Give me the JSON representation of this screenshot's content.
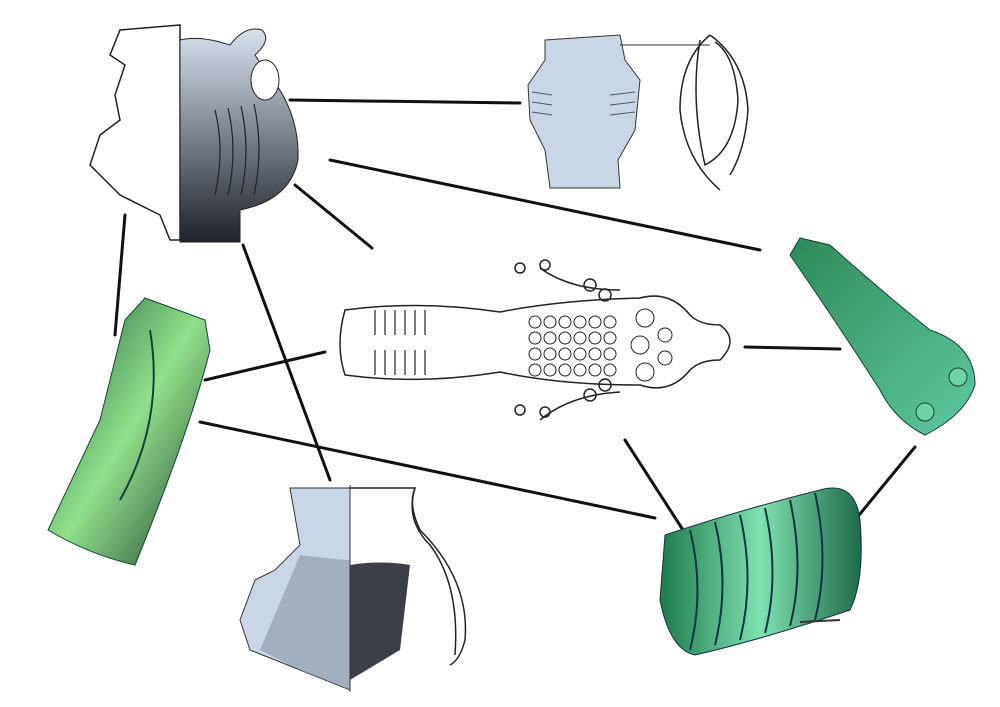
{
  "colors": {
    "background": "#ffffff",
    "line": "#111111",
    "ceramic_fill": "#c9d6e6",
    "ceramic_dark": "#2a2f38",
    "bronze_light": "#8fe08a",
    "bronze_dark": "#1e5a3a",
    "bracelet": "#3fae7a"
  },
  "nodes": [
    {
      "id": "pot-handled",
      "kind": "ceramic vessel"
    },
    {
      "id": "pot-fragment-top",
      "kind": "ceramic fragment"
    },
    {
      "id": "burial-figure",
      "kind": "burial reconstruction"
    },
    {
      "id": "bronze-axe-left",
      "kind": "bronze axe"
    },
    {
      "id": "bronze-axe-right",
      "kind": "bronze object"
    },
    {
      "id": "pot-bottom",
      "kind": "ceramic vessel"
    },
    {
      "id": "bronze-bracelet",
      "kind": "bronze bracelet"
    }
  ]
}
